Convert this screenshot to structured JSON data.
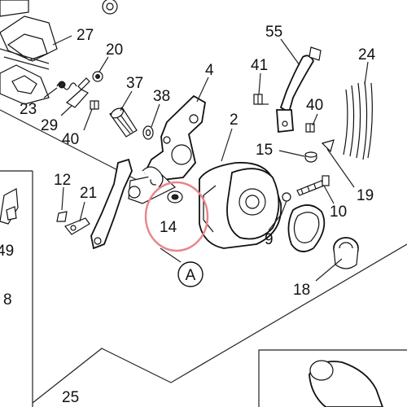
{
  "parts": {
    "p27": "27",
    "p20": "20",
    "p55": "55",
    "p24": "24",
    "p4": "4",
    "p41": "41",
    "p37": "37",
    "p38": "38",
    "p23": "23",
    "p29": "29",
    "p40a": "40",
    "p40b": "40",
    "p2": "2",
    "p15": "15",
    "p19": "19",
    "p12": "12",
    "p21": "21",
    "p14": "14",
    "p10": "10",
    "p9": "9",
    "p18": "18",
    "p49": "49",
    "p8": "8",
    "p25": "25"
  },
  "callout": {
    "letter": "A"
  },
  "colors": {
    "highlight_ring": "#e8868a",
    "line": "#222222"
  }
}
